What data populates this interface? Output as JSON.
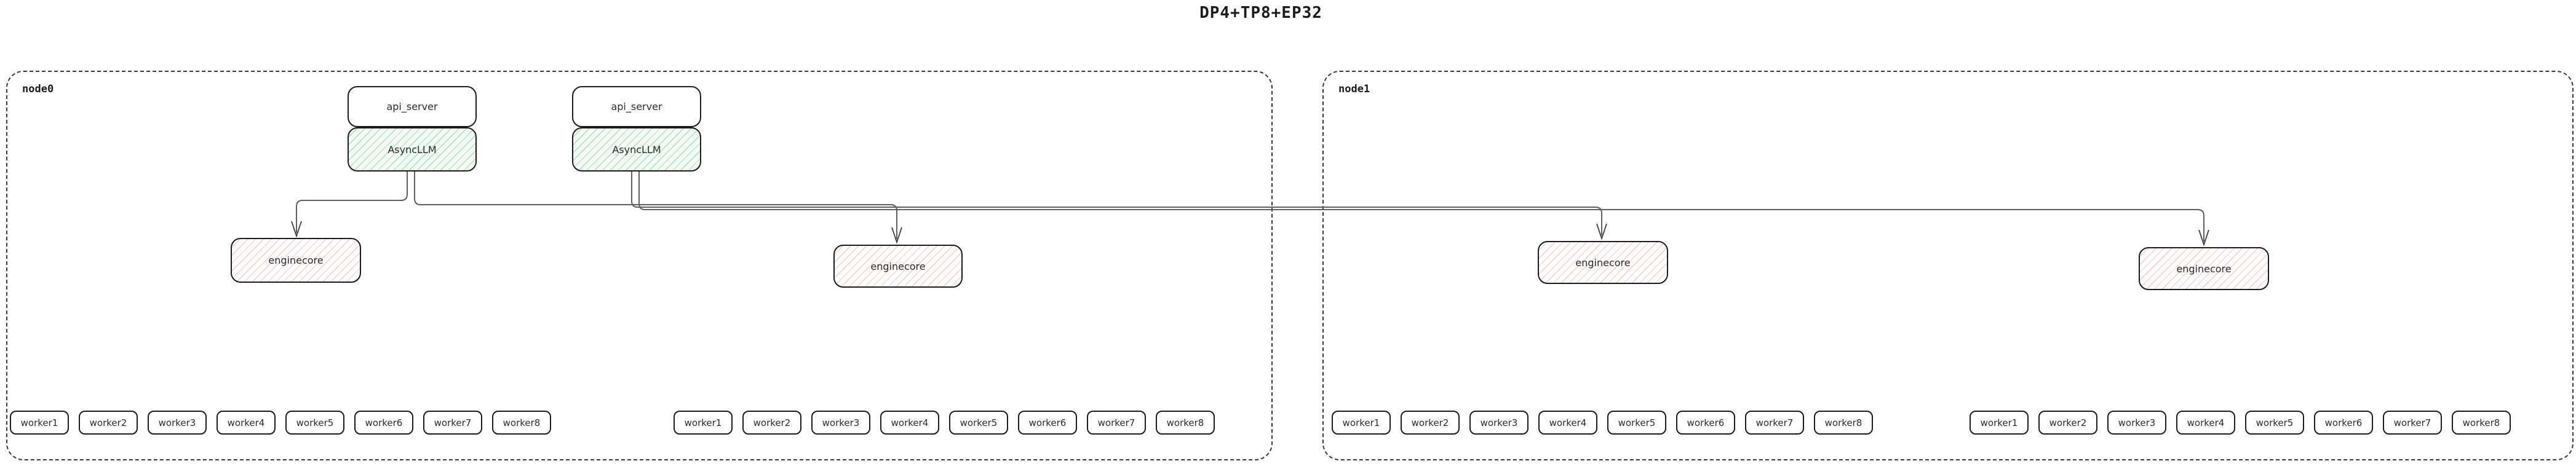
{
  "title": "DP4+TP8+EP32",
  "node0": {
    "label": "node0"
  },
  "node1": {
    "label": "node1"
  },
  "pairs": [
    {
      "api_server": "api_server",
      "async_llm": "AsyncLLM"
    },
    {
      "api_server": "api_server",
      "async_llm": "AsyncLLM"
    }
  ],
  "enginecores": {
    "ec1": "enginecore",
    "ec2": "enginecore",
    "ec3": "enginecore",
    "ec4": "enginecore"
  },
  "worker_groups": [
    {
      "workers": [
        "worker1",
        "worker2",
        "worker3",
        "worker4",
        "worker5",
        "worker6",
        "worker7",
        "worker8"
      ]
    },
    {
      "workers": [
        "worker1",
        "worker2",
        "worker3",
        "worker4",
        "worker5",
        "worker6",
        "worker7",
        "worker8"
      ]
    },
    {
      "workers": [
        "worker1",
        "worker2",
        "worker3",
        "worker4",
        "worker5",
        "worker6",
        "worker7",
        "worker8"
      ]
    },
    {
      "workers": [
        "worker1",
        "worker2",
        "worker3",
        "worker4",
        "worker5",
        "worker6",
        "worker7",
        "worker8"
      ]
    }
  ],
  "colors": {
    "edge": "#5f5f5f",
    "border": "#1b1b1b",
    "async_hatch": "#69c88c",
    "engine_hatch": "#e4786e"
  }
}
